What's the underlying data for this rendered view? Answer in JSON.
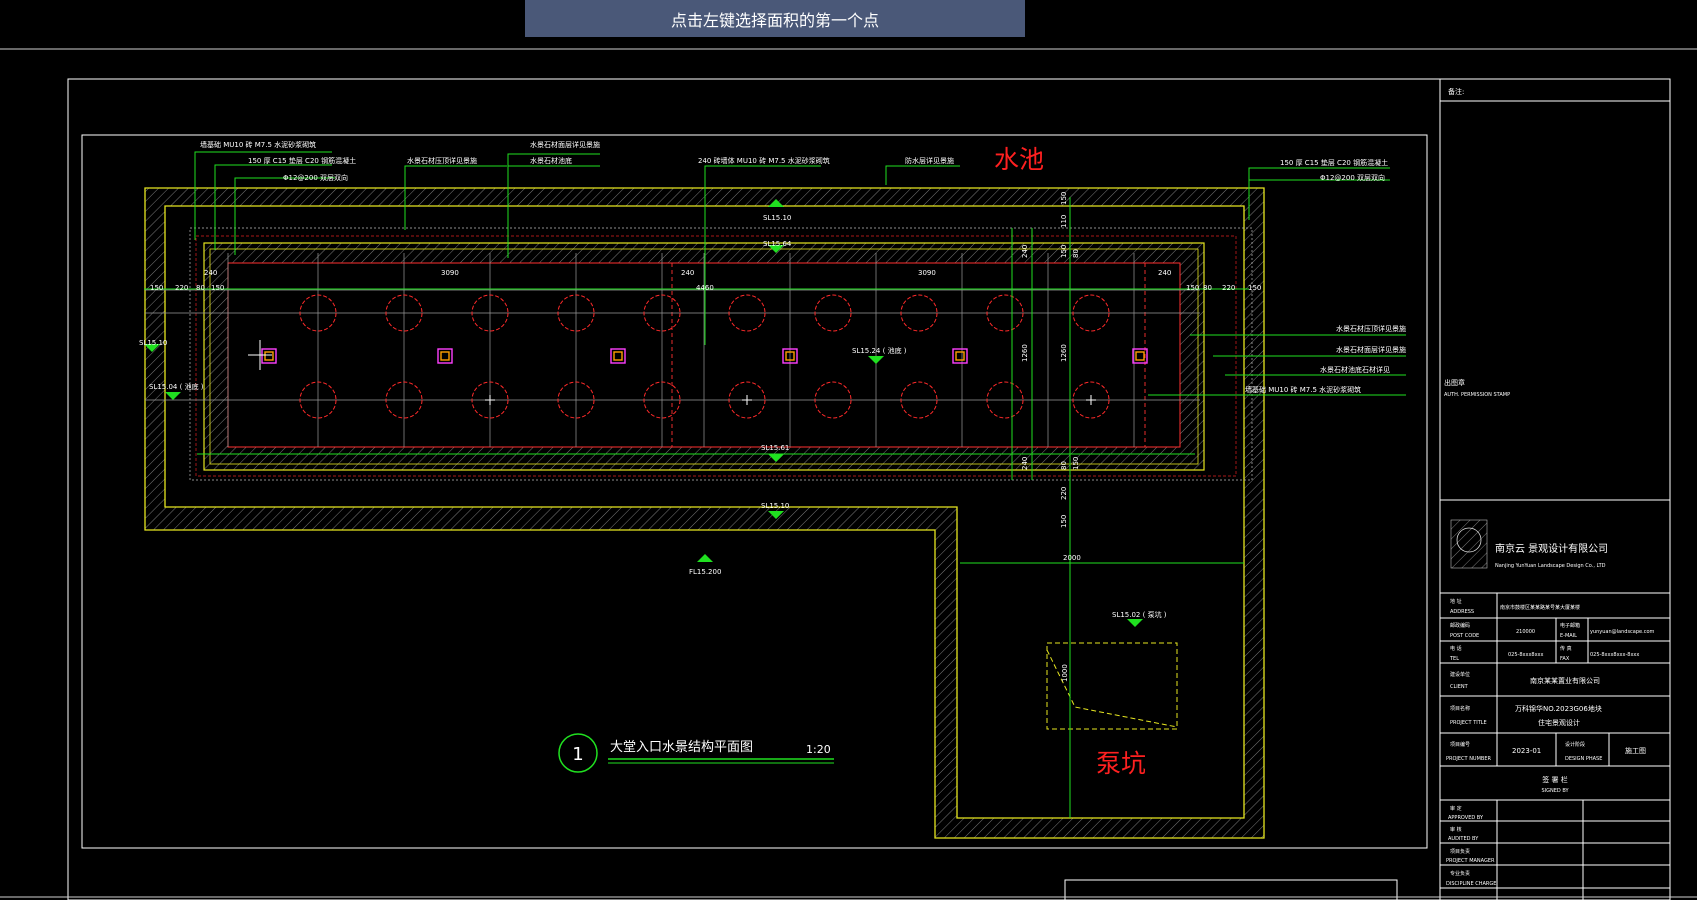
{
  "prompt": "点击左键选择面积的第一个点",
  "labels": {
    "pool": "水池",
    "pump_pit": "泵坑"
  },
  "drawing_title": {
    "number": "1",
    "name": "大堂入口水景结构平面图",
    "scale": "1:20"
  },
  "callouts": {
    "tl1": "墙基础 MU10 砖 M7.5 水泥砂浆砌筑",
    "tl2": "150 厚 C15 垫层 C20 钢筋混凝土",
    "tl3": "Φ12@200 双层双向",
    "tm1": "水景石材压顶详见景施",
    "tm2": "水景石材面层详见景施",
    "tm3": "水景石材池底",
    "tm4": "240 砖墙体 MU10 砖 M7.5 水泥砂浆砌筑",
    "tm5": "防水层详见景施",
    "tr1": "150 厚 C15 垫层 C20 钢筋混凝土",
    "tr2": "Φ12@200 双层双向",
    "r1": "水景石材压顶详见景施",
    "r2": "水景石材面层详见景施",
    "r3": "水景石材池底石材详见",
    "r4": "墙基础 MU10 砖 M7.5 水泥砂浆砌筑"
  },
  "elevations": {
    "e1": "SL15.10",
    "e2": "SL15.64",
    "e3": "SL15.10",
    "e4": "SL15.04 ( 池底 )",
    "e5": "SL15.24 ( 池底 )",
    "e6": "SL15.61",
    "e7": "SL15.10",
    "e8": "FL15.200",
    "e9": "SL15.02 ( 泵坑 )"
  },
  "dims": {
    "h1": "150",
    "h2": "220",
    "h3": "80",
    "h4": "150",
    "h5": "240",
    "h6": "3090",
    "h7": "240",
    "h8": "4460",
    "h9": "3090",
    "h10": "240",
    "h11": "150",
    "h12": "80",
    "h13": "220",
    "h14": "150",
    "v1": "150",
    "v2": "110",
    "v3": "150",
    "v4": "80",
    "v5": "240",
    "v6": "1260",
    "v7": "1260",
    "v8": "240",
    "v9": "80",
    "v10": "150",
    "v11": "220",
    "v12": "150",
    "pit_w": "2000",
    "pit_h": "1000"
  },
  "title_block": {
    "notes": "备注:",
    "stamp": "出图章",
    "stamp_en": "AUTH. PERMISSION STAMP",
    "company": "南京云 景观设计有限公司",
    "company_en": "Nanjing YunYuan Landscape Design Co., LTD",
    "address_label": "地 址",
    "address_en": "ADDRESS",
    "address": "南京市鼓楼区某某路某号某大厦某楼",
    "post_label": "邮政编码",
    "post_en": "POST CODE",
    "post": "210000",
    "email_label": "电子邮箱",
    "email_en": "E-MAIL",
    "email": "yunyuan@landscape.com",
    "tel_label": "电 话",
    "tel_en": "TEL",
    "tel": "025-8xxx8xxx",
    "fax_label": "传 真",
    "fax_en": "FAX",
    "fax": "025-8xxx8xxx-8xxx",
    "client_label": "建设单位",
    "client_en": "CLIENT",
    "client": "南京某某置业有限公司",
    "project_label": "项目名称",
    "project_en": "PROJECT TITLE",
    "project1": "万科锦华NO.2023G06地块",
    "project2": "住宅景观设计",
    "projno_label": "项目编号",
    "projno_en": "PROJECT NUMBER",
    "projno": "2023-01",
    "phase_label": "设计阶段",
    "phase_en": "DESIGN PHASE",
    "phase": "施工图",
    "signed": "签 署 栏",
    "signed_en": "SIGNED BY",
    "r1": "审 定",
    "r1e": "APPROVED BY",
    "r2": "审 核",
    "r2e": "AUDITED BY",
    "r3": "项目负责",
    "r3e": "PROJECT MANAGER",
    "r4": "专业负责",
    "r4e": "DISCIPLINE CHARGE"
  }
}
